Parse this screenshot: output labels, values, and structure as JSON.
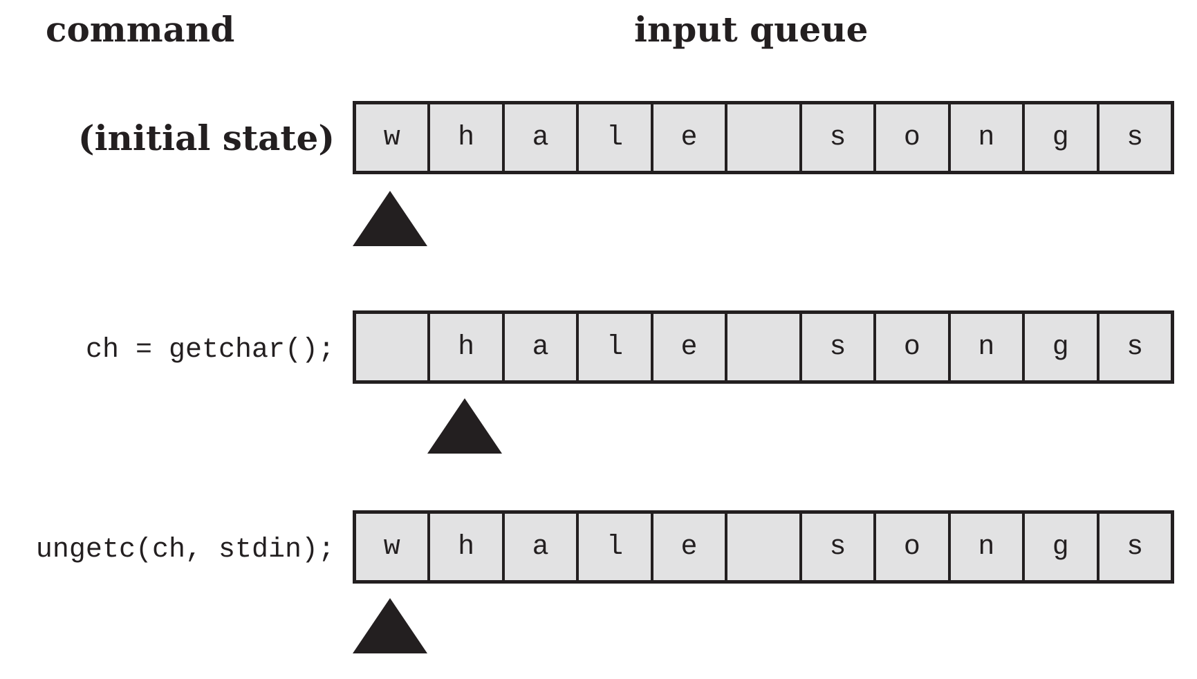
{
  "headers": {
    "command": "command",
    "input_queue": "input queue"
  },
  "rows": [
    {
      "command": "(initial state)",
      "cells": [
        "w",
        "h",
        "a",
        "l",
        "e",
        "",
        "s",
        "o",
        "n",
        "g",
        "s"
      ],
      "pointer_index": 0
    },
    {
      "command": "ch = getchar();",
      "cells": [
        "",
        "h",
        "a",
        "l",
        "e",
        "",
        "s",
        "o",
        "n",
        "g",
        "s"
      ],
      "pointer_index": 1
    },
    {
      "command": "ungetc(ch, stdin);",
      "cells": [
        "w",
        "h",
        "a",
        "l",
        "e",
        "",
        "s",
        "o",
        "n",
        "g",
        "s"
      ],
      "pointer_index": 0
    }
  ],
  "colors": {
    "ink": "#231f20",
    "cell_fill": "#e2e2e3"
  }
}
